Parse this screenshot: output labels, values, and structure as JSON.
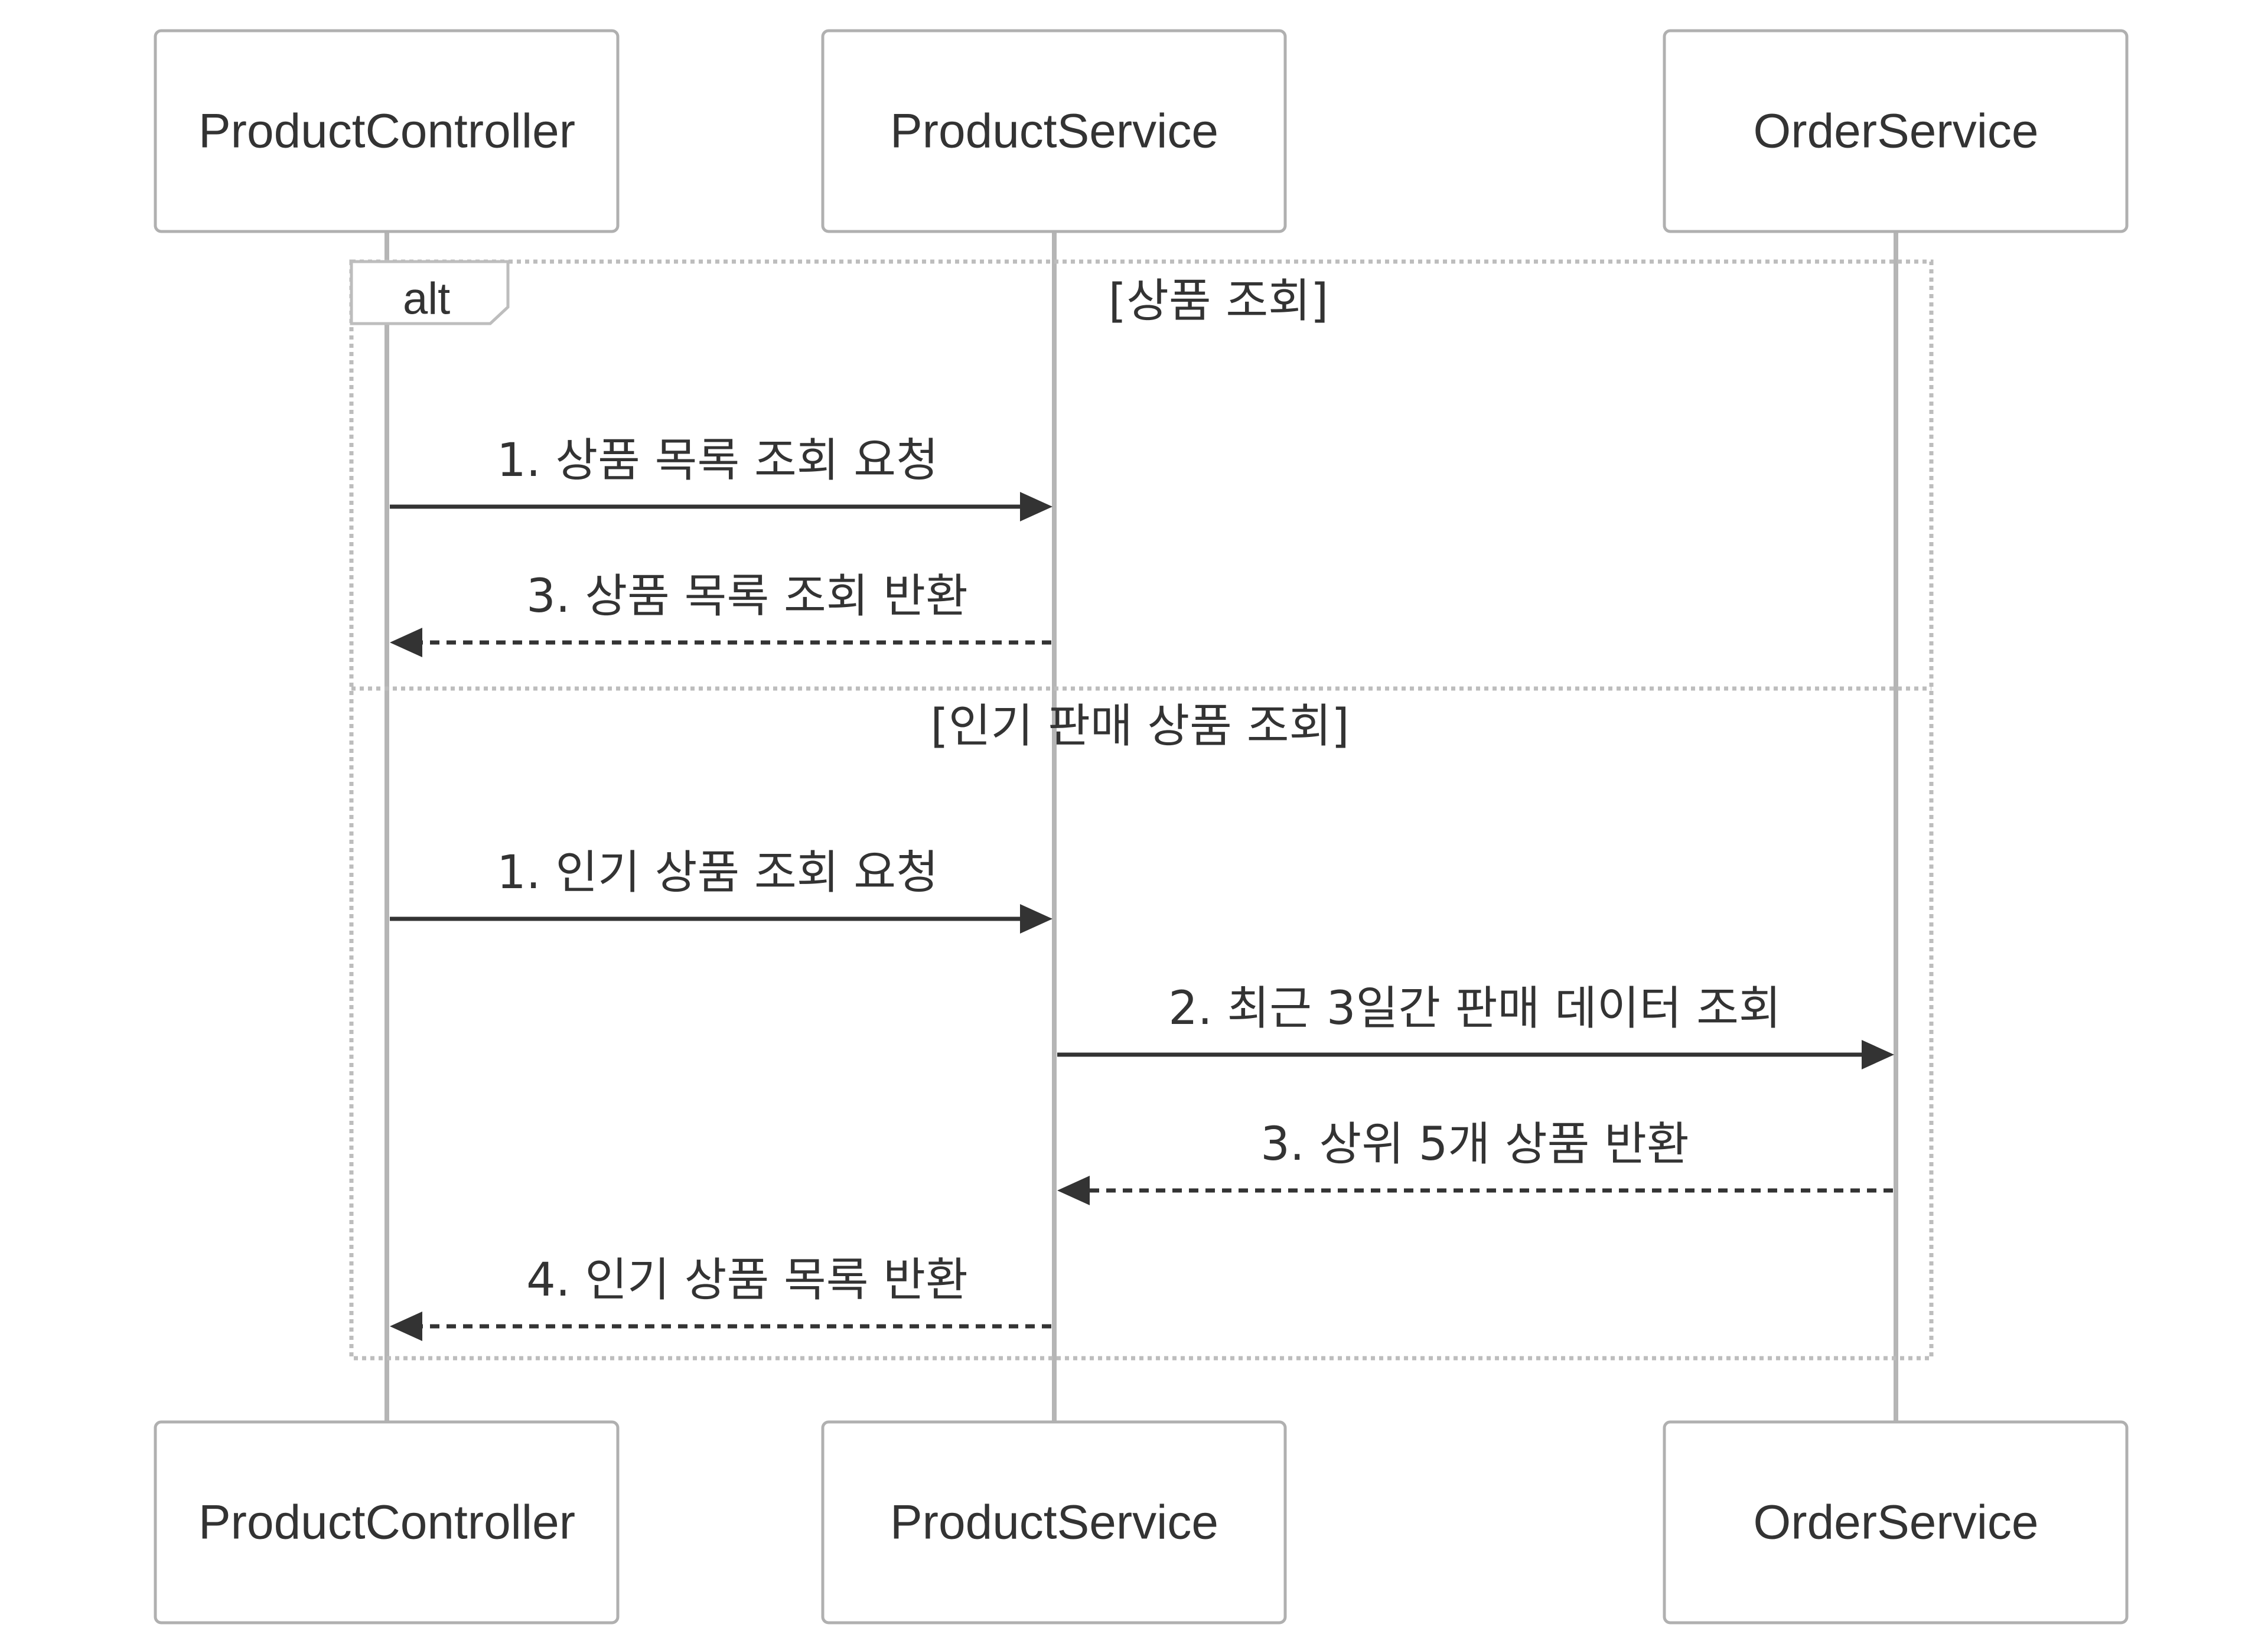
{
  "participants": [
    {
      "id": "controller",
      "name": "ProductController"
    },
    {
      "id": "service",
      "name": "ProductService"
    },
    {
      "id": "order",
      "name": "OrderService"
    }
  ],
  "fragment": {
    "type": "alt",
    "operands": [
      {
        "condition": "[상품 조회]",
        "messages": [
          {
            "from": "controller",
            "to": "service",
            "label": "1. 상품 목록 조회 요청",
            "style": "solid"
          },
          {
            "from": "service",
            "to": "controller",
            "label": "3. 상품 목록 조회 반환",
            "style": "dashed"
          }
        ]
      },
      {
        "condition": "[인기 판매 상품 조회]",
        "messages": [
          {
            "from": "controller",
            "to": "service",
            "label": "1. 인기 상품 조회 요청",
            "style": "solid"
          },
          {
            "from": "service",
            "to": "order",
            "label": "2. 최근 3일간 판매 데이터 조회",
            "style": "solid"
          },
          {
            "from": "order",
            "to": "service",
            "label": "3. 상위 5개 상품 반환",
            "style": "dashed"
          },
          {
            "from": "service",
            "to": "controller",
            "label": "4. 인기 상품 목록 반환",
            "style": "dashed"
          }
        ]
      }
    ]
  },
  "colors": {
    "line": "#333333",
    "lifeline": "#b5b5b5",
    "box_border": "#b0b0b0",
    "frame_border": "#bdbdbd"
  }
}
